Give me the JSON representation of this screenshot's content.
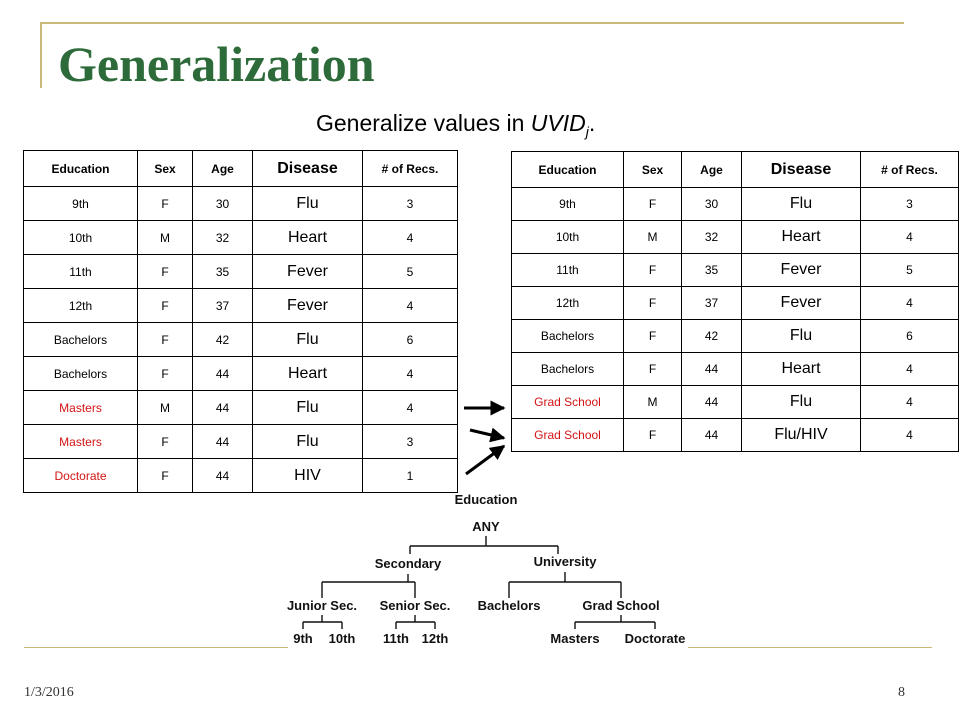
{
  "slide": {
    "title": "Generalization",
    "subtitle_prefix": "Generalize values in ",
    "subtitle_var": "UVID",
    "subtitle_sub": "j",
    "subtitle_suffix": ".",
    "date": "1/3/2016",
    "page_number": "8",
    "colors": {
      "title": "#2e6b3a",
      "highlight": "#d31515",
      "decoration": "#c8b87a"
    }
  },
  "left_table": {
    "headers": [
      "Education",
      "Sex",
      "Age",
      "Disease",
      "# of Recs."
    ],
    "rows": [
      {
        "education": "9th",
        "sex": "F",
        "age": "30",
        "disease": "Flu",
        "recs": "3",
        "highlight": false
      },
      {
        "education": "10th",
        "sex": "M",
        "age": "32",
        "disease": "Heart",
        "recs": "4",
        "highlight": false
      },
      {
        "education": "11th",
        "sex": "F",
        "age": "35",
        "disease": "Fever",
        "recs": "5",
        "highlight": false
      },
      {
        "education": "12th",
        "sex": "F",
        "age": "37",
        "disease": "Fever",
        "recs": "4",
        "highlight": false
      },
      {
        "education": "Bachelors",
        "sex": "F",
        "age": "42",
        "disease": "Flu",
        "recs": "6",
        "highlight": false
      },
      {
        "education": "Bachelors",
        "sex": "F",
        "age": "44",
        "disease": "Heart",
        "recs": "4",
        "highlight": false
      },
      {
        "education": "Masters",
        "sex": "M",
        "age": "44",
        "disease": "Flu",
        "recs": "4",
        "highlight": true
      },
      {
        "education": "Masters",
        "sex": "F",
        "age": "44",
        "disease": "Flu",
        "recs": "3",
        "highlight": true
      },
      {
        "education": "Doctorate",
        "sex": "F",
        "age": "44",
        "disease": "HIV",
        "recs": "1",
        "highlight": true
      }
    ]
  },
  "right_table": {
    "headers": [
      "Education",
      "Sex",
      "Age",
      "Disease",
      "# of Recs."
    ],
    "rows": [
      {
        "education": "9th",
        "sex": "F",
        "age": "30",
        "disease": "Flu",
        "recs": "3",
        "highlight": false
      },
      {
        "education": "10th",
        "sex": "M",
        "age": "32",
        "disease": "Heart",
        "recs": "4",
        "highlight": false
      },
      {
        "education": "11th",
        "sex": "F",
        "age": "35",
        "disease": "Fever",
        "recs": "5",
        "highlight": false
      },
      {
        "education": "12th",
        "sex": "F",
        "age": "37",
        "disease": "Fever",
        "recs": "4",
        "highlight": false
      },
      {
        "education": "Bachelors",
        "sex": "F",
        "age": "42",
        "disease": "Flu",
        "recs": "6",
        "highlight": false
      },
      {
        "education": "Bachelors",
        "sex": "F",
        "age": "44",
        "disease": "Heart",
        "recs": "4",
        "highlight": false
      },
      {
        "education": "Grad School",
        "sex": "M",
        "age": "44",
        "disease": "Flu",
        "recs": "4",
        "highlight": true
      },
      {
        "education": "Grad School",
        "sex": "F",
        "age": "44",
        "disease": "Flu/HIV",
        "recs": "4",
        "highlight": true
      }
    ]
  },
  "hierarchy": {
    "root_label": "Education",
    "any": "ANY",
    "secondary": "Secondary",
    "university": "University",
    "junior_sec": "Junior Sec.",
    "senior_sec": "Senior Sec.",
    "bachelors": "Bachelors",
    "grad_school": "Grad School",
    "leaf_9th": "9th",
    "leaf_10th": "10th",
    "leaf_11th": "11th",
    "leaf_12th": "12th",
    "leaf_masters": "Masters",
    "leaf_doctorate": "Doctorate"
  }
}
